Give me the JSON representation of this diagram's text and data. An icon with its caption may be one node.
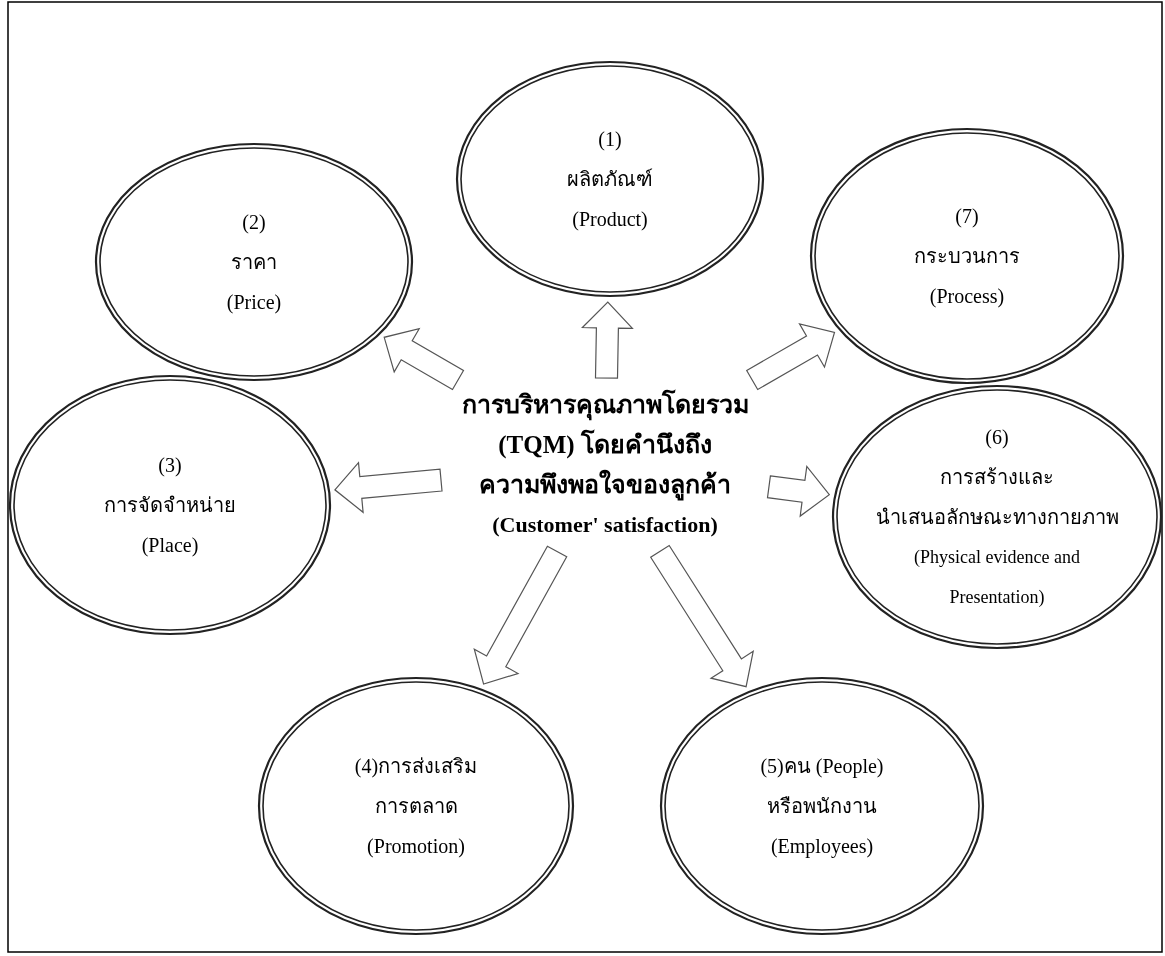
{
  "diagram": {
    "nodes": [
      {
        "text": [
          "การบริหารคุณภาพโดยรวม",
          "(TQM) โดยคำนึงถึง",
          "ความพึงพอใจของลูกค้า",
          "(Customer' satisfaction)"
        ]
      },
      {
        "text": [
          "(1)",
          "ผลิตภัณฑ์",
          "(Product)"
        ]
      },
      {
        "text": [
          "(2)",
          "ราคา",
          "(Price)"
        ]
      },
      {
        "text": [
          "(7)",
          "กระบวนการ",
          "(Process)"
        ]
      },
      {
        "text": [
          "(3)",
          "การจัดจำหน่าย",
          "(Place)"
        ]
      },
      {
        "text": [
          "(6)",
          "การสร้างและ",
          "นำเสนอลักษณะทางกายภาพ",
          "(Physical evidence and Presentation)"
        ]
      },
      {
        "text": [
          "(4)การส่งเสริม",
          "การตลาด",
          "(Promotion)"
        ]
      },
      {
        "text": [
          "(5)คน (People)",
          "หรือพนักงาน",
          "(Employees)"
        ]
      }
    ],
    "edges": [
      {
        "from": 0,
        "to": 1,
        "arrow": "to"
      },
      {
        "from": 0,
        "to": 2,
        "arrow": "to"
      },
      {
        "from": 0,
        "to": 3,
        "arrow": "to"
      },
      {
        "from": 0,
        "to": 4,
        "arrow": "to"
      },
      {
        "from": 0,
        "to": 5,
        "arrow": "to"
      },
      {
        "from": 0,
        "to": 6,
        "arrow": "to"
      },
      {
        "from": 0,
        "to": 7,
        "arrow": "to"
      }
    ]
  }
}
